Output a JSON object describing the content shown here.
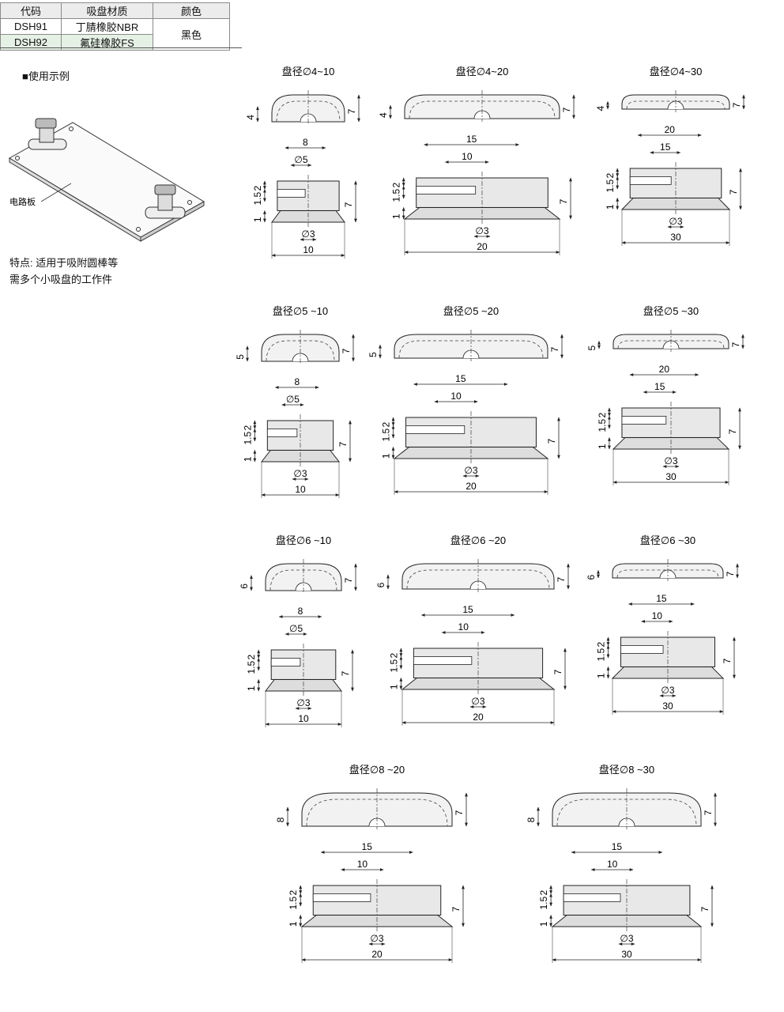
{
  "spec_table": {
    "headers": [
      "代码",
      "吸盘材质",
      "颜色"
    ],
    "rows": [
      [
        "DSH91",
        "丁腈橡胶NBR"
      ],
      [
        "DSH92",
        "氟硅橡胶FS"
      ]
    ],
    "color_value": "黑色"
  },
  "example": {
    "heading": "■使用示例",
    "board_label": "电路板"
  },
  "features": {
    "line1": "特点: 适用于吸附圆棒等",
    "line2": "需多个小吸盘的工作件"
  },
  "drawings": [
    {
      "title": "盘径∅4~10"
    },
    {
      "title": "盘径∅4~20"
    },
    {
      "title": "盘径∅4~30"
    },
    {
      "title": "盘径∅5 ~10"
    },
    {
      "title": "盘径∅5 ~20"
    },
    {
      "title": "盘径∅5 ~30"
    },
    {
      "title": "盘径∅6 ~10"
    },
    {
      "title": "盘径∅6 ~20"
    },
    {
      "title": "盘径∅6 ~30"
    },
    {
      "title": "盘径∅8 ~20"
    },
    {
      "title": "盘径∅8 ~30"
    }
  ],
  "dims": {
    "h4": "4",
    "h5": "5",
    "h6": "6",
    "h8": "8",
    "total": "7",
    "d15": "1.5",
    "d2": "2",
    "d1": "1",
    "w8": "8",
    "w5": "∅5",
    "w15": "15",
    "w10": "10",
    "w20": "20",
    "w30": "30",
    "hole": "∅3",
    "w10b": "10"
  }
}
